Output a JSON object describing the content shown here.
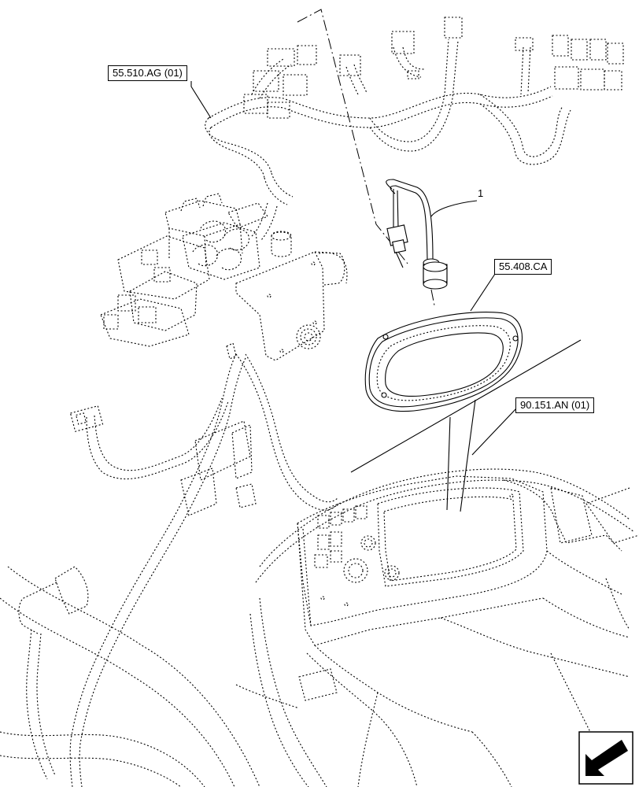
{
  "callouts": {
    "ref_55_510": "55.510.AG (01)",
    "ref_55_408": "55.408.CA",
    "ref_90_151": "90.151.AN (01)",
    "item_1": "1"
  },
  "icons": {
    "nav_arrow": "arrow-down-left-icon"
  }
}
